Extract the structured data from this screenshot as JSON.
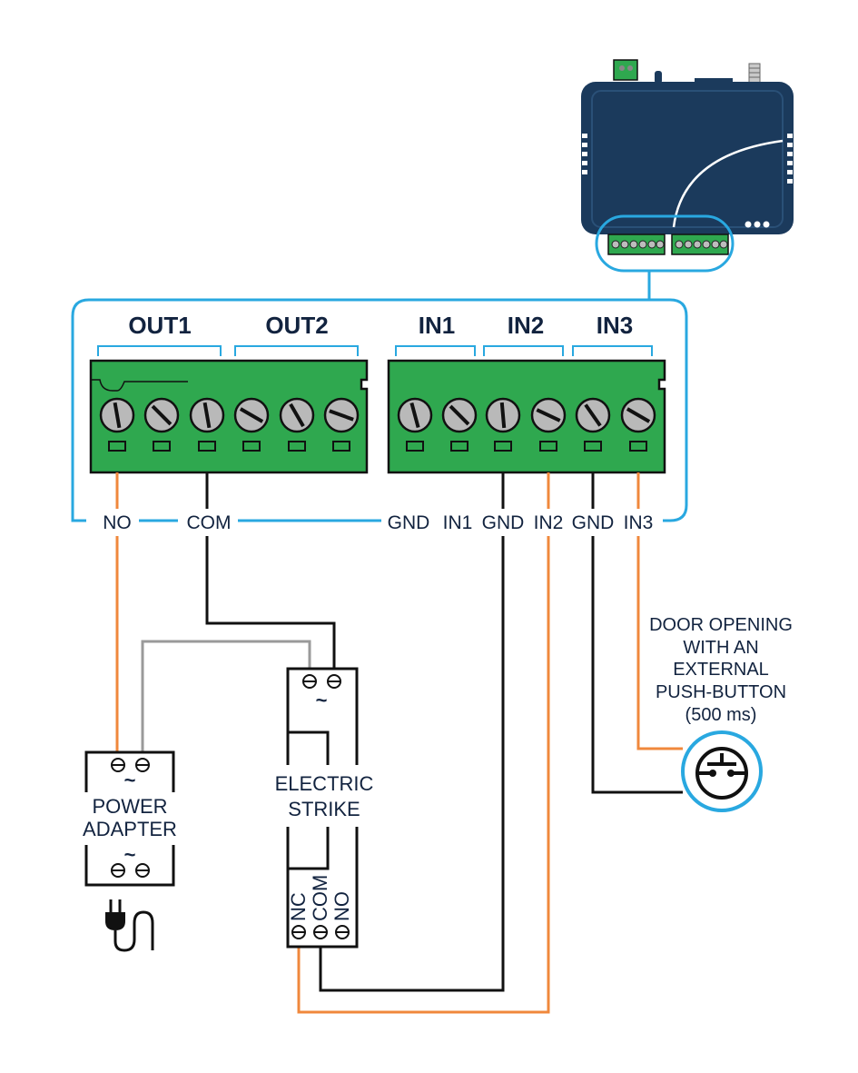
{
  "terminal_groups": {
    "out1": "OUT1",
    "out2": "OUT2",
    "in1": "IN1",
    "in2": "IN2",
    "in3": "IN3"
  },
  "pins": {
    "no": "NO",
    "com": "COM",
    "gnd_a": "GND",
    "in1": "IN1",
    "gnd_b": "GND",
    "in2": "IN2",
    "gnd_c": "GND",
    "in3": "IN3"
  },
  "power_adapter": {
    "line1": "POWER",
    "line2": "ADAPTER",
    "tilde_top": "~",
    "tilde_bottom": "~"
  },
  "electric_strike": {
    "line1": "ELECTRIC",
    "line2": "STRIKE",
    "tilde": "~",
    "nc": "NC",
    "com": "COM",
    "no": "NO"
  },
  "push_button_note": {
    "line1": "DOOR OPENING",
    "line2": "WITH AN",
    "line3": "EXTERNAL",
    "line4": "PUSH-BUTTON",
    "line5": "(500 ms)"
  },
  "colors": {
    "frame": "#29a8e0",
    "device": "#1b3a5c",
    "terminal_green": "#2fa84f",
    "wire_orange": "#f0883c",
    "wire_black": "#111111",
    "wire_gray": "#9a9a9a",
    "text": "#12233f"
  }
}
